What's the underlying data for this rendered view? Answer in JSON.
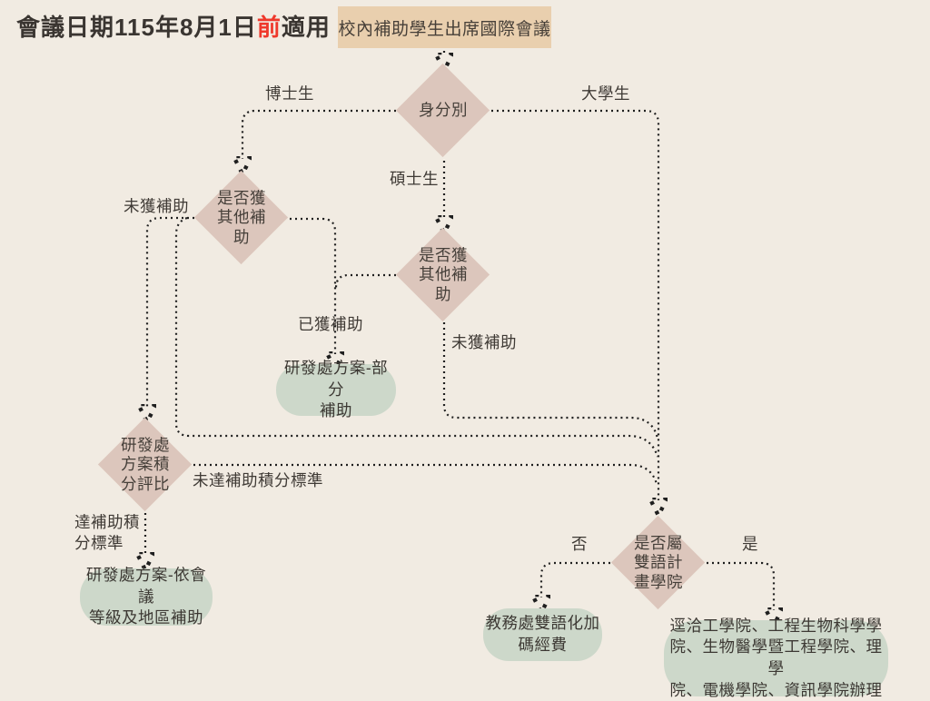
{
  "title": {
    "part1": "會議日期115年8月1日",
    "highlight": "前",
    "part2": "適用"
  },
  "nodes": {
    "start": {
      "label": "校內補助學生出席國際會議"
    },
    "identity": {
      "label": "身分別"
    },
    "phd_other_subsidy": {
      "label": "是否獲\n其他補\n助"
    },
    "ms_other_subsidy": {
      "label": "是否獲\n其他補\n助"
    },
    "score_review": {
      "label": "研發處\n方案積\n分評比"
    },
    "bilingual_college": {
      "label": "是否屬\n雙語計\n畫學院"
    }
  },
  "outcomes": {
    "partial_subsidy": {
      "label": "研發處方案-部分\n補助"
    },
    "by_level_subsidy": {
      "label": "研發處方案-依會議\n等級及地區補助"
    },
    "bilingual_fund": {
      "label": "教務處雙語化加\n碼經費"
    },
    "colleges": {
      "label": "逕洽工學院、工程生物科學學\n院、生物醫學暨工程學院、理學\n院、電機學院、資訊學院辦理"
    }
  },
  "edge_labels": {
    "phd": "博士生",
    "undergrad": "大學生",
    "ms": "碩士生",
    "phd_no_subsidy": "未獲補助",
    "phd_has_subsidy": "已獲補助",
    "ms_no_subsidy": "未獲補助",
    "below_threshold": "未達補助積分標準",
    "meets_threshold": "達補助積\n分標準",
    "no": "否",
    "yes": "是"
  },
  "colors": {
    "background": "#f1ebe2",
    "decision_diamond": "#dcc6bc",
    "start_box": "#e9cfae",
    "outcome_box": "#cdd8ca",
    "connector": "#1f1f1f",
    "text": "#3f3a35",
    "title_highlight": "#ef382b"
  }
}
